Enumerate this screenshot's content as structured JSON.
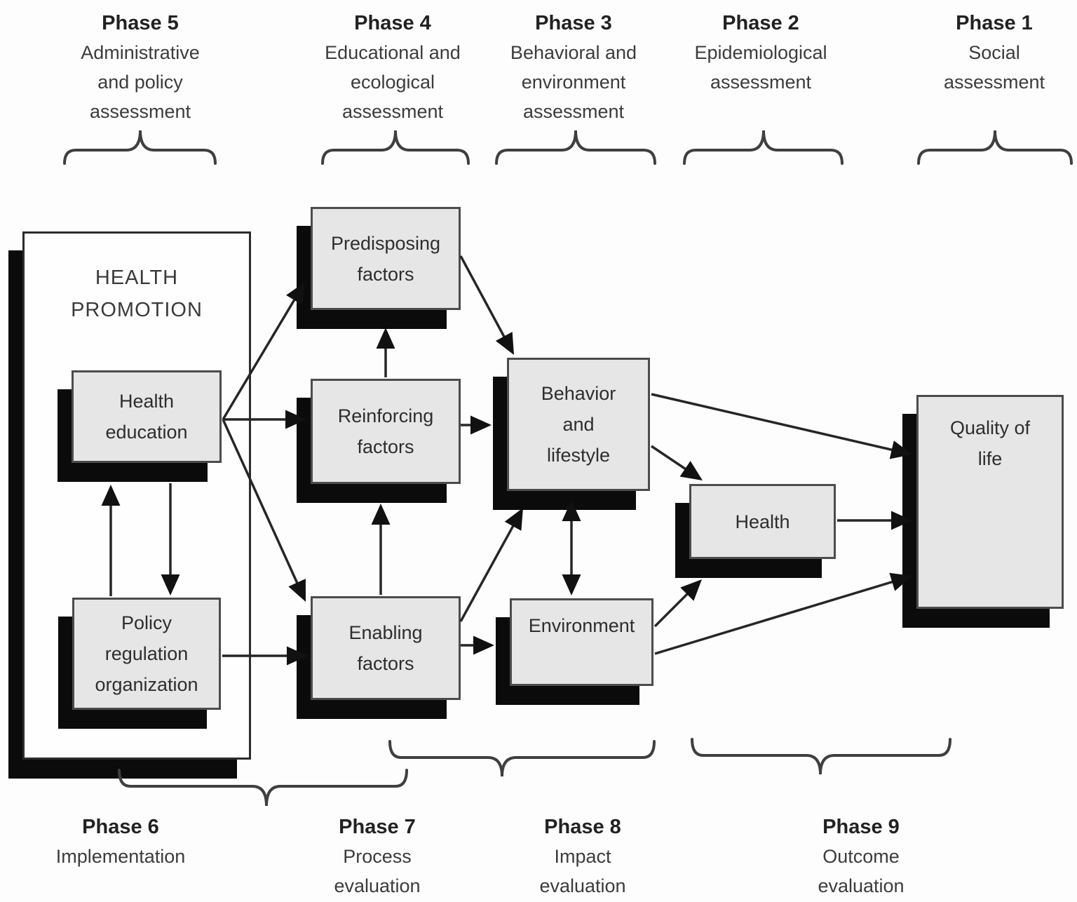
{
  "figure": {
    "name": "PRECEDE-PROCEED model diagram",
    "colors": {
      "background": "#fdfdfd",
      "box_fill": "#e6e6e6",
      "box_border": "#4c4c4c",
      "outer_box_fill": "#fefefe",
      "outer_box_border": "#2c2c2c",
      "shadow": "#0b0b0b",
      "line": "#262626",
      "brace": "#3f3f3f",
      "text": "#2e2e2e"
    }
  },
  "phases_top": [
    {
      "title": "Phase 5",
      "subtitle": [
        "Administrative",
        "and policy",
        "assessment"
      ]
    },
    {
      "title": "Phase 4",
      "subtitle": [
        "Educational and",
        "ecological",
        "assessment"
      ]
    },
    {
      "title": "Phase 3",
      "subtitle": [
        "Behavioral and",
        "environment",
        "assessment"
      ]
    },
    {
      "title": "Phase 2",
      "subtitle": [
        "Epidemiological",
        "assessment"
      ]
    },
    {
      "title": "Phase 1",
      "subtitle": [
        "Social",
        "assessment"
      ]
    }
  ],
  "phases_bottom": [
    {
      "title": "Phase 6",
      "subtitle": [
        "Implementation"
      ]
    },
    {
      "title": "Phase 7",
      "subtitle": [
        "Process",
        "evaluation"
      ]
    },
    {
      "title": "Phase 8",
      "subtitle": [
        "Impact",
        "evaluation"
      ]
    },
    {
      "title": "Phase 9",
      "subtitle": [
        "Outcome",
        "evaluation"
      ]
    }
  ],
  "boxes": {
    "health_promotion": {
      "lines": [
        "HEALTH",
        "PROMOTION"
      ]
    },
    "health_education": {
      "lines": [
        "Health",
        "education"
      ]
    },
    "policy": {
      "lines": [
        "Policy",
        "regulation",
        "organization"
      ]
    },
    "predisposing": {
      "lines": [
        "Predisposing",
        "factors"
      ]
    },
    "reinforcing": {
      "lines": [
        "Reinforcing",
        "factors"
      ]
    },
    "enabling": {
      "lines": [
        "Enabling",
        "factors"
      ]
    },
    "behavior": {
      "lines": [
        "Behavior",
        "and",
        "lifestyle"
      ]
    },
    "environment": {
      "lines": [
        "Environment"
      ]
    },
    "health": {
      "lines": [
        "Health"
      ]
    },
    "quality_of_life": {
      "lines": [
        "Quality of",
        "life"
      ]
    }
  }
}
